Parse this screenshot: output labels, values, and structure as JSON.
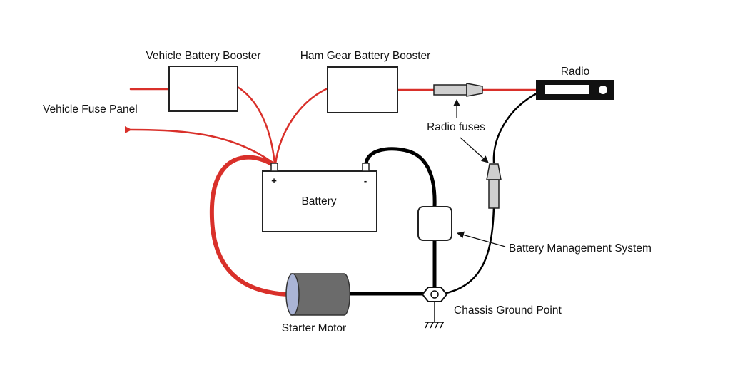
{
  "labels": {
    "vehicle_battery_booster": "Vehicle Battery Booster",
    "ham_gear_battery_booster": "Ham Gear Battery Booster",
    "radio": "Radio",
    "vehicle_fuse_panel": "Vehicle Fuse Panel",
    "radio_fuses": "Radio fuses",
    "battery": "Battery",
    "positive_terminal": "+",
    "negative_terminal": "-",
    "battery_management_system": "Battery Management System",
    "chassis_ground_point": "Chassis Ground Point",
    "starter_motor": "Starter Motor"
  },
  "colors": {
    "positive_wire": "#d9302a",
    "ground_wire": "#000000",
    "box_stroke": "#222222",
    "motor_body": "#6b6b6b",
    "motor_cap": "#aab4d6",
    "fuse_fill": "#cfcfcf"
  }
}
